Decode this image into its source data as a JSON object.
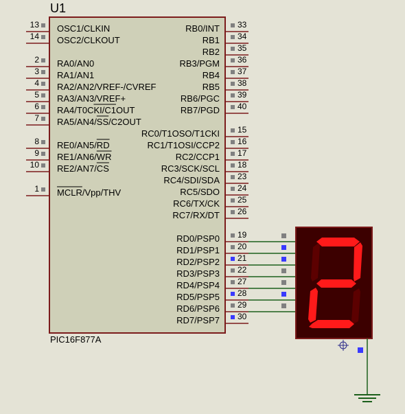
{
  "component": {
    "ref": "U1",
    "part": "PIC16F877A"
  },
  "colors": {
    "background": "#e4e3d6",
    "ic_fill": "#cfd0b8",
    "ic_border": "#7b1b1b",
    "pin_wire": "#7b1b1b",
    "net_wire": "#1b5f1b",
    "display_body": "#3c0000",
    "segment_on": "#ff1a1a",
    "segment_off": "#5c0000",
    "pin_marker_gray": "#808080",
    "pin_marker_blue": "#3a3aff"
  },
  "display": {
    "digit": "2",
    "segments_on": [
      "a",
      "b",
      "g",
      "e",
      "d"
    ]
  },
  "left_pins": [
    {
      "num": "13",
      "label": "OSC1/CLKIN",
      "marker": "gray"
    },
    {
      "num": "14",
      "label": "OSC2/CLKOUT",
      "marker": "gray"
    },
    {
      "num": "2",
      "label": "RA0/AN0",
      "marker": "gray"
    },
    {
      "num": "3",
      "label": "RA1/AN1",
      "marker": "gray"
    },
    {
      "num": "4",
      "label": "RA2/AN2/VREF-/CVREF",
      "marker": "gray"
    },
    {
      "num": "5",
      "label": "RA3/AN3/VREF+",
      "marker": "gray"
    },
    {
      "num": "6",
      "label": "RA4/T0CKI/C1OUT",
      "marker": "gray"
    },
    {
      "num": "7",
      "label": "RA5/AN4/SS/C2OUT",
      "marker": "gray"
    },
    {
      "num": "8",
      "label": "RE0/AN5/RD",
      "marker": "gray"
    },
    {
      "num": "9",
      "label": "RE1/AN6/WR",
      "marker": "gray"
    },
    {
      "num": "10",
      "label": "RE2/AN7/CS",
      "marker": "gray"
    },
    {
      "num": "1",
      "label": "MCLR/Vpp/THV",
      "marker": "gray"
    }
  ],
  "right_pins": [
    {
      "num": "33",
      "label": "RB0/INT",
      "marker": "gray"
    },
    {
      "num": "34",
      "label": "RB1",
      "marker": "gray"
    },
    {
      "num": "35",
      "label": "RB2",
      "marker": "gray"
    },
    {
      "num": "36",
      "label": "RB3/PGM",
      "marker": "gray"
    },
    {
      "num": "37",
      "label": "RB4",
      "marker": "gray"
    },
    {
      "num": "38",
      "label": "RB5",
      "marker": "gray"
    },
    {
      "num": "39",
      "label": "RB6/PGC",
      "marker": "gray"
    },
    {
      "num": "40",
      "label": "RB7/PGD",
      "marker": "gray"
    },
    {
      "num": "15",
      "label": "RC0/T1OSO/T1CKI",
      "marker": "gray"
    },
    {
      "num": "16",
      "label": "RC1/T1OSI/CCP2",
      "marker": "gray"
    },
    {
      "num": "17",
      "label": "RC2/CCP1",
      "marker": "gray"
    },
    {
      "num": "18",
      "label": "RC3/SCK/SCL",
      "marker": "gray"
    },
    {
      "num": "23",
      "label": "RC4/SDI/SDA",
      "marker": "gray"
    },
    {
      "num": "24",
      "label": "RC5/SDO",
      "marker": "gray"
    },
    {
      "num": "25",
      "label": "RC6/TX/CK",
      "marker": "gray"
    },
    {
      "num": "26",
      "label": "RC7/RX/DT",
      "marker": "gray"
    },
    {
      "num": "19",
      "label": "RD0/PSP0",
      "marker": "gray"
    },
    {
      "num": "20",
      "label": "RD1/PSP1",
      "marker": "gray"
    },
    {
      "num": "21",
      "label": "RD2/PSP2",
      "marker": "blue"
    },
    {
      "num": "22",
      "label": "RD3/PSP3",
      "marker": "gray"
    },
    {
      "num": "27",
      "label": "RD4/PSP4",
      "marker": "gray"
    },
    {
      "num": "28",
      "label": "RD5/PSP5",
      "marker": "blue"
    },
    {
      "num": "29",
      "label": "RD6/PSP6",
      "marker": "gray"
    },
    {
      "num": "30",
      "label": "RD7/PSP7",
      "marker": "blue"
    }
  ],
  "display_pin_markers": [
    "gray",
    "blue",
    "blue",
    "gray",
    "gray",
    "blue",
    "gray"
  ]
}
